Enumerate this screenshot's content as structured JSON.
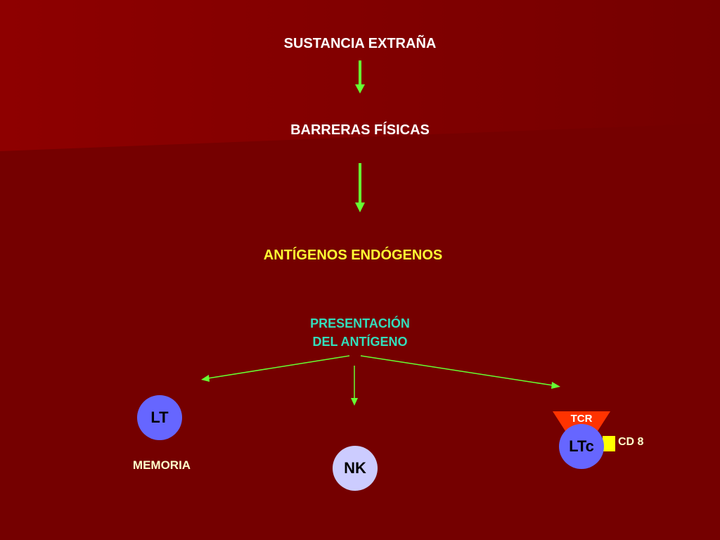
{
  "diagram": {
    "steps": {
      "foreign_substance": "SUSTANCIA EXTRAÑA",
      "physical_barriers": "BARRERAS FÍSICAS",
      "endogenous_antigens": "ANTÍGENOS ENDÓGENOS"
    },
    "presentation": {
      "line1": "PRESENTACIÓN",
      "line2": "DEL ANTÍGENO"
    },
    "cells": {
      "lt": "LT",
      "lt_caption": "MEMORIA",
      "nk": "NK",
      "ltc": "LTc",
      "tcr": "TCR",
      "cd8": "CD 8"
    }
  },
  "colors": {
    "background": "#750000",
    "arrow": "#66ff33",
    "lt_cell": "#6666ff",
    "nk_cell": "#ccccff",
    "tcr": "#ff3300",
    "cd8": "#ffff00"
  }
}
